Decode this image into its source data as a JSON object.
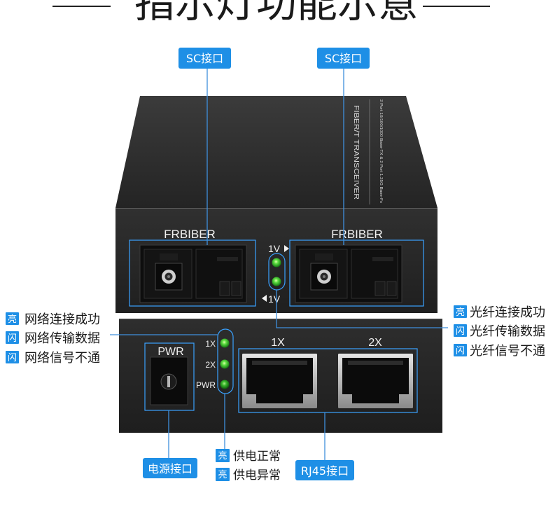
{
  "title": "指示灯功能示意",
  "device": {
    "top_print": {
      "model_line": "FIBER/T TRANSCEIVER",
      "spec_line": "2 Port 10/100/1000 Base-TX & 2 Port 1.25G Base-Fx"
    },
    "brand_left": "FRBIBER",
    "brand_right": "FRBIBER",
    "fiber_led_labels": [
      "1V",
      "1V"
    ],
    "power_label": "PWR",
    "status_led_labels": [
      "1X",
      "2X",
      "PWR"
    ],
    "rj45_port_labels": [
      "1X",
      "2X"
    ]
  },
  "callouts": {
    "sc_port_left": "SC接口",
    "sc_port_right": "SC接口",
    "power_port": "电源接口",
    "rj45_port": "RJ45接口",
    "network_led_states": [
      {
        "tag": "亮",
        "text": "网络连接成功"
      },
      {
        "tag": "闪",
        "text": "网络传输数据"
      },
      {
        "tag": "闪",
        "text": "网络信号不通"
      }
    ],
    "fiber_led_states": [
      {
        "tag": "亮",
        "text": "光纤连接成功"
      },
      {
        "tag": "闪",
        "text": "光纤传输数据"
      },
      {
        "tag": "闪",
        "text": "光纤信号不通"
      }
    ],
    "power_led_states": [
      {
        "tag": "亮",
        "text": "供电正常"
      },
      {
        "tag": "亮",
        "text": "供电异常"
      }
    ]
  },
  "colors": {
    "accent": "#1e8fe6",
    "outline": "#3aa2ff",
    "led_green": "#3ccf2e",
    "device_body": "#262626",
    "title_text": "#1a1a1a"
  }
}
